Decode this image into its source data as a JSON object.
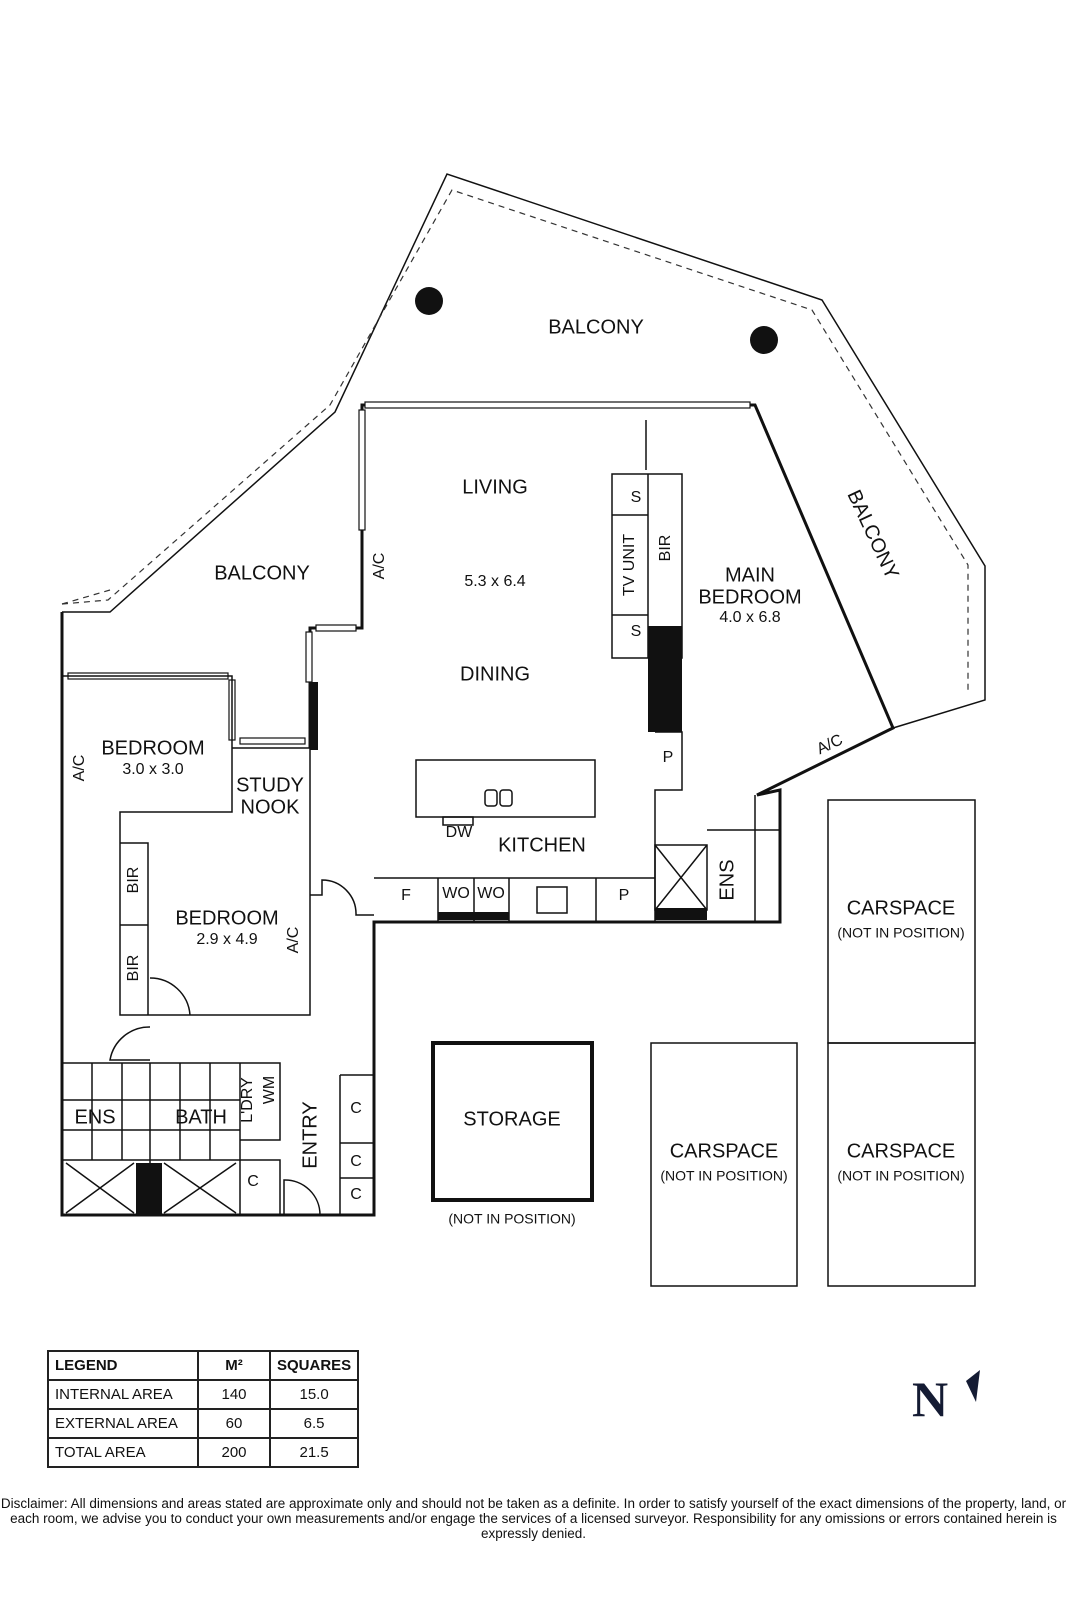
{
  "rooms": {
    "balcony_top": "BALCONY",
    "balcony_left": "BALCONY",
    "balcony_right": "BALCONY",
    "living": "LIVING",
    "living_dims": "5.3 x 6.4",
    "dining": "DINING",
    "kitchen": "KITCHEN",
    "main_bedroom_1": "MAIN",
    "main_bedroom_2": "BEDROOM",
    "main_bedroom_dims": "4.0 x 6.8",
    "bedroom1": "BEDROOM",
    "bedroom1_dims": "3.0 x 3.0",
    "study_1": "STUDY",
    "study_2": "NOOK",
    "bedroom2": "BEDROOM",
    "bedroom2_dims": "2.9 x 4.9",
    "ens_left": "ENS",
    "bath": "BATH",
    "ens_right": "ENS",
    "laundry": "L'DRY",
    "wm": "WM",
    "entry": "ENTRY",
    "storage": "STORAGE",
    "storage_note": "(NOT IN POSITION)",
    "tv_unit": "TV UNIT",
    "carspace": "CARSPACE",
    "carspace_note": "(NOT IN POSITION)"
  },
  "fixtures": {
    "ac": "A/C",
    "bir": "BIR",
    "s": "S",
    "p": "P",
    "dw": "DW",
    "f": "F",
    "wo": "WO",
    "c": "C"
  },
  "legend": {
    "headers": [
      "LEGEND",
      "M²",
      "SQUARES"
    ],
    "rows": [
      [
        "INTERNAL AREA",
        "140",
        "15.0"
      ],
      [
        "EXTERNAL AREA",
        "60",
        "6.5"
      ],
      [
        "TOTAL AREA",
        "200",
        "21.5"
      ]
    ]
  },
  "north": "N",
  "disclaimer": "Disclaimer: All dimensions and areas stated are approximate only and should not be taken as a definite. In order to satisfy yourself of the exact dimensions of the property, land, or each room, we advise you to conduct your own measurements and/or engage the services of a licensed surveyor. Responsibility for any omissions or errors contained herein is expressly denied."
}
